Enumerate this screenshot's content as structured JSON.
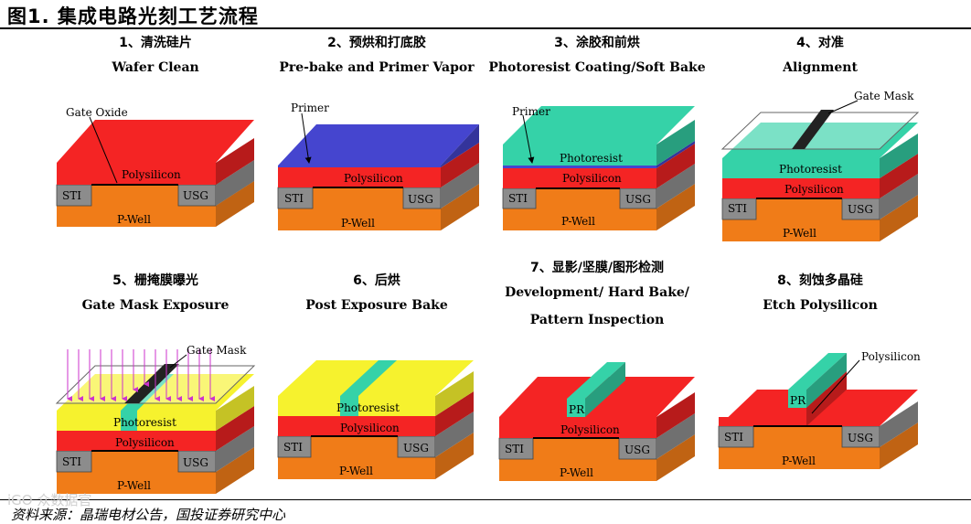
{
  "title": "图1. 集成电路光刻工艺流程",
  "source": "资料来源：晶瑞电材公告，国投证券研究中心",
  "watermark": "iGO 众数据官",
  "colors": {
    "polysilicon": "#f42424",
    "pwell": "#f07c18",
    "primer": "#4545cf",
    "photoresist": "#35d2a8",
    "exposed": "#f6f22e",
    "sti": "#8c8c8c",
    "exposure_arrows": "#cc33cc"
  },
  "steps": [
    {
      "cn": "1、清洗硅片",
      "en": "Wafer Clean"
    },
    {
      "cn": "2、预烘和打底胶",
      "en": "Pre-bake and Primer Vapor"
    },
    {
      "cn": "3、涂胶和前烘",
      "en": "Photoresist Coating/Soft Bake"
    },
    {
      "cn": "4、对准",
      "en": "Alignment"
    },
    {
      "cn": "5、栅掩膜曝光",
      "en": "Gate Mask Exposure"
    },
    {
      "cn": "6、后烘",
      "en": "Post Exposure Bake"
    },
    {
      "cn": "7、显影/坚膜/图形检测",
      "en1": "Development/ Hard Bake/",
      "en2": "Pattern Inspection"
    },
    {
      "cn": "8、刻蚀多晶硅",
      "en": "Etch Polysilicon"
    }
  ],
  "labels": {
    "gate_oxide": "Gate Oxide",
    "primer": "Primer",
    "gate_mask": "Gate Mask",
    "polysilicon": "Polysilicon",
    "photoresist": "Photoresist",
    "sti": "STI",
    "usg": "USG",
    "pwell": "P-Well",
    "pr": "PR"
  }
}
